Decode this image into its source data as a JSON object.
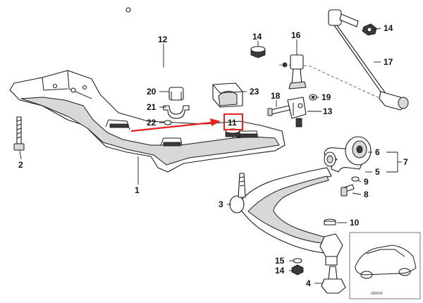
{
  "highlight": {
    "color": "#e8201e"
  },
  "callouts": [
    {
      "id": "c1",
      "label": "1"
    },
    {
      "id": "c2",
      "label": "2"
    },
    {
      "id": "c3",
      "label": "3"
    },
    {
      "id": "c4",
      "label": "4"
    },
    {
      "id": "c5",
      "label": "5"
    },
    {
      "id": "c6",
      "label": "6"
    },
    {
      "id": "c7",
      "label": "7"
    },
    {
      "id": "c8",
      "label": "8"
    },
    {
      "id": "c9",
      "label": "9"
    },
    {
      "id": "c10",
      "label": "10"
    },
    {
      "id": "c11",
      "label": "11"
    },
    {
      "id": "c12",
      "label": "12"
    },
    {
      "id": "c13",
      "label": "13"
    },
    {
      "id": "c14a",
      "label": "14"
    },
    {
      "id": "c14b",
      "label": "14"
    },
    {
      "id": "c14c",
      "label": "14"
    },
    {
      "id": "c15",
      "label": "15"
    },
    {
      "id": "c16",
      "label": "16"
    },
    {
      "id": "c17",
      "label": "17"
    },
    {
      "id": "c18",
      "label": "18"
    },
    {
      "id": "c19",
      "label": "19"
    },
    {
      "id": "c20",
      "label": "20"
    },
    {
      "id": "c21",
      "label": "21"
    },
    {
      "id": "c22",
      "label": "22"
    },
    {
      "id": "c23",
      "label": "23"
    }
  ],
  "inset": {
    "code": "000000"
  }
}
